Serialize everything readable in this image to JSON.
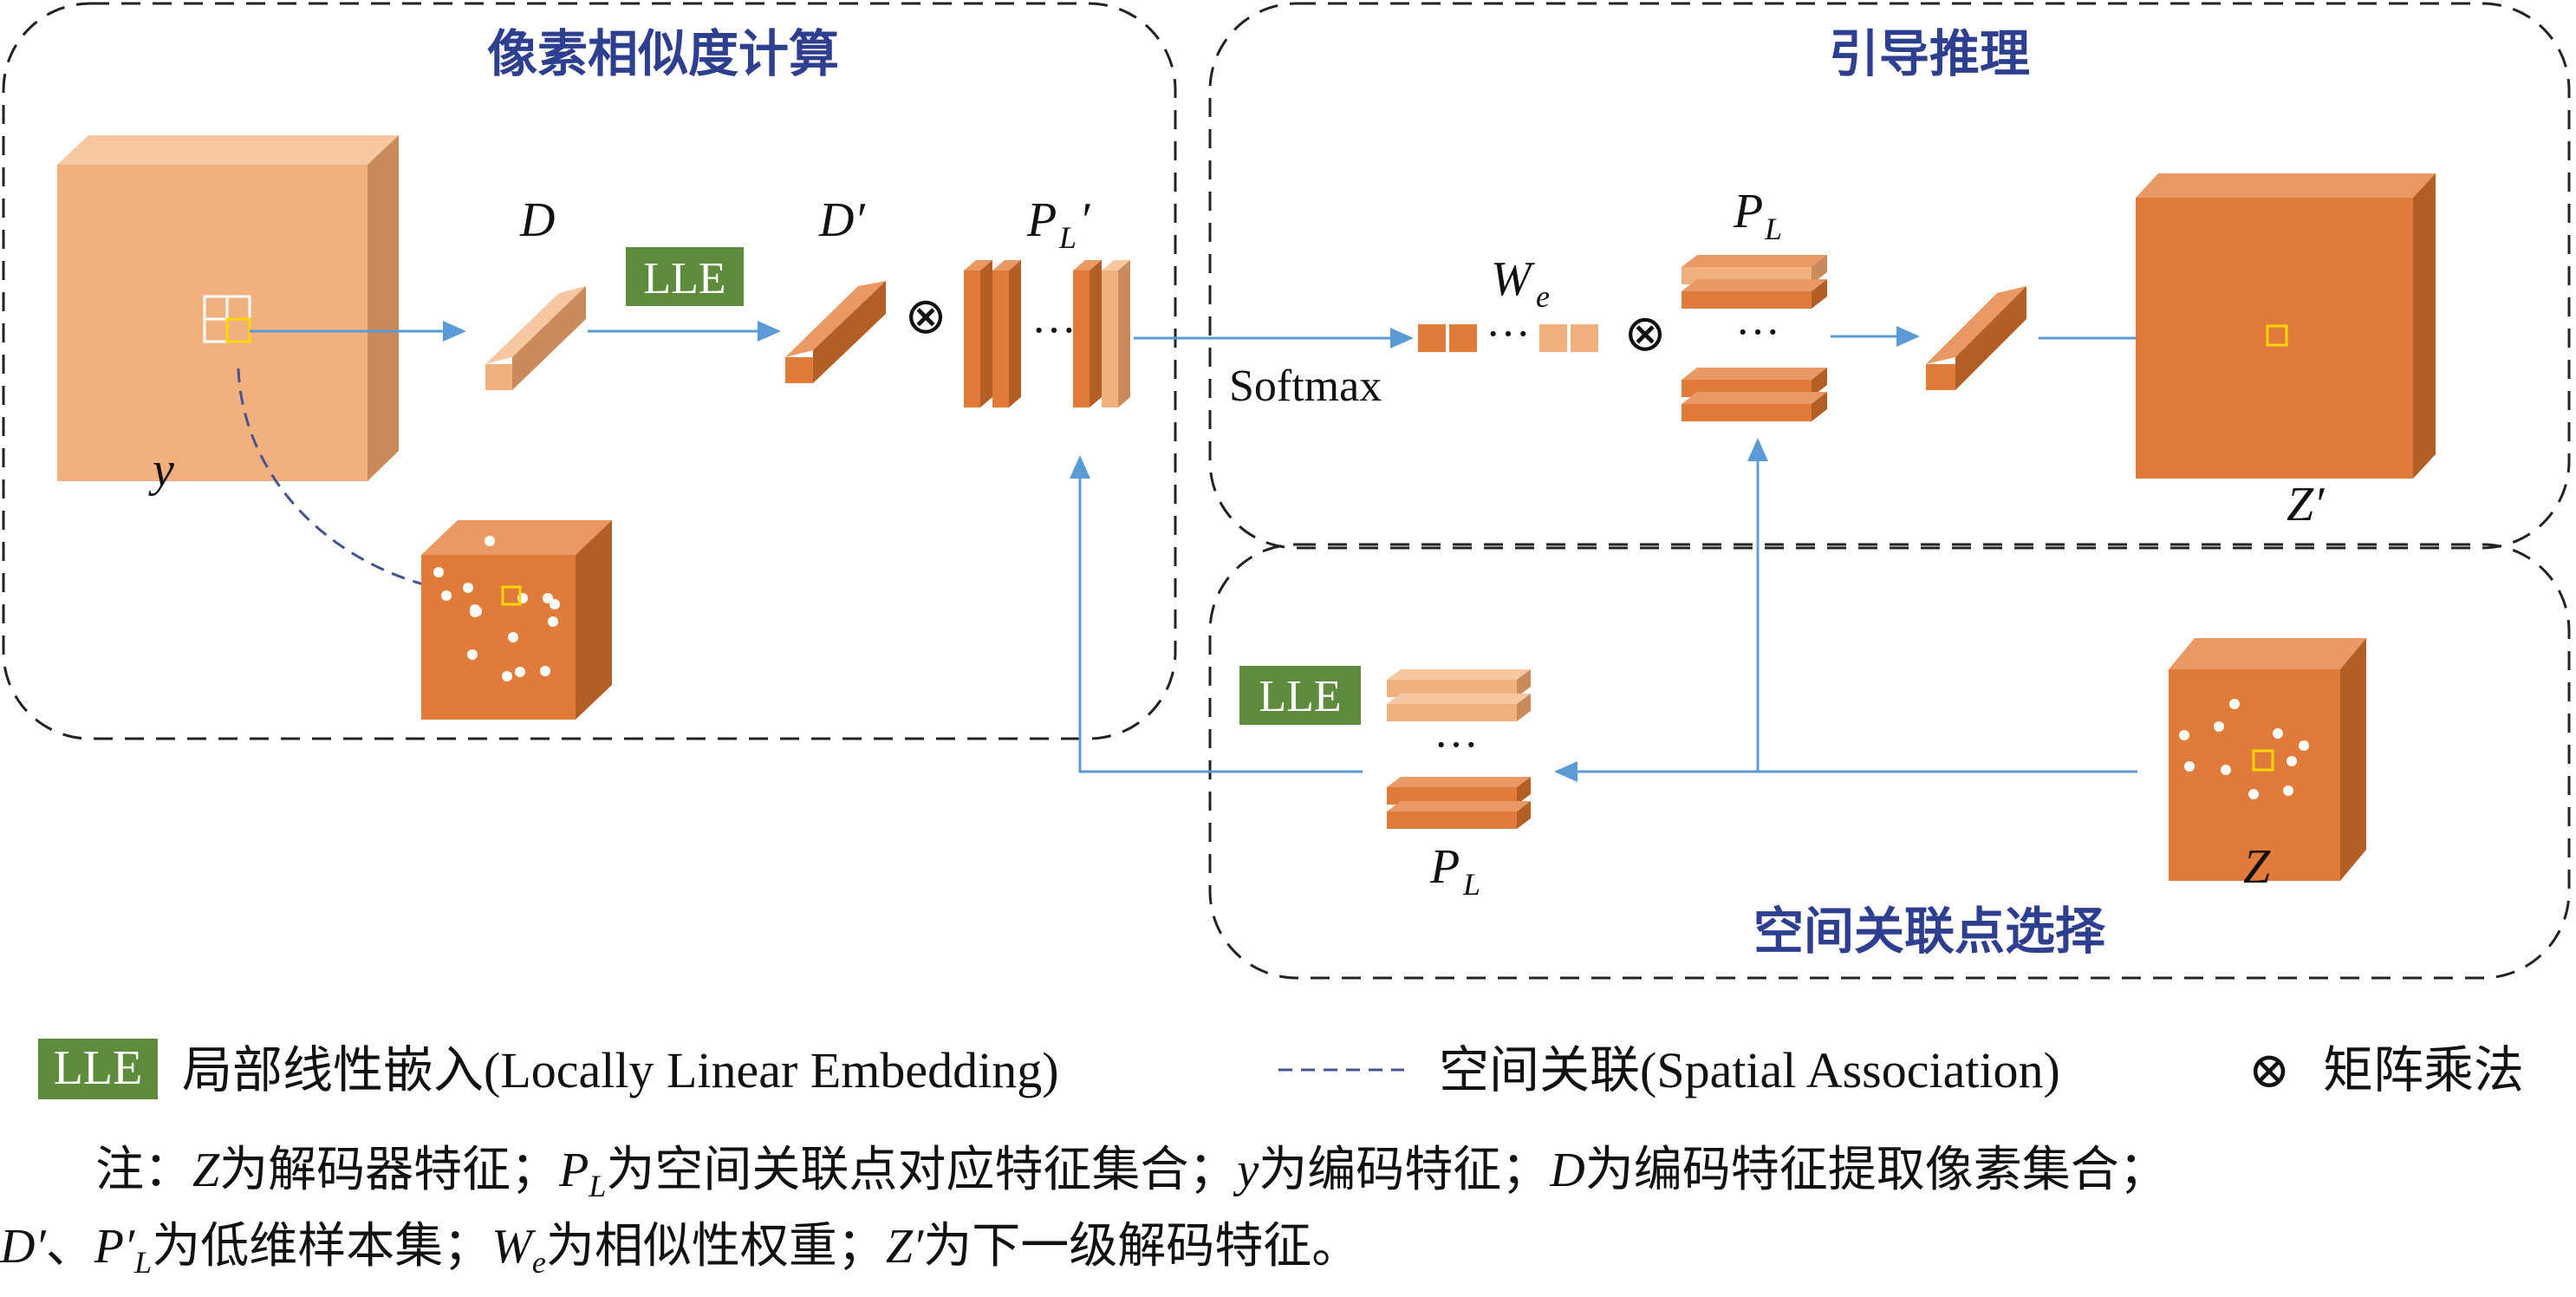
{
  "sections": {
    "pixel_similarity": "像素相似度计算",
    "guided_inference": "引导推理",
    "spatial_selection": "空间关联点选择"
  },
  "labels": {
    "y": "y",
    "D": "D",
    "D_prime": "D′",
    "P": "P",
    "L": "L",
    "prime": "′",
    "W": "W",
    "e": "e",
    "Z_prime": "Z′",
    "Z": "Z",
    "softmax": "Softmax",
    "lle": "LLE",
    "dots": "···",
    "otimes": "⊗"
  },
  "legend": {
    "lle_badge": "LLE",
    "lle_desc": "局部线性嵌入(Locally Linear Embedding)",
    "assoc_desc": "空间关联(Spatial Association)",
    "otimes": "⊗",
    "matmul_desc": "矩阵乘法"
  },
  "note": {
    "prefix": "注：",
    "Z": "Z",
    "t1": "为解码器特征；",
    "P": "P",
    "L": "L",
    "t2": "为空间关联点对应特征集合；",
    "y": "y",
    "t3": "为编码特征；",
    "D": "D",
    "t4": "为编码特征提取像素集合；",
    "D2": "D′",
    "t5": "、",
    "P2": "P′",
    "L2": "L",
    "t6": "为低维样本集；",
    "W": "W",
    "e": "e",
    "t7": "为相似性权重；",
    "Z2": "Z′",
    "t8": "为下一级解码特征。"
  },
  "colors": {
    "light_orange": "#f2b07e",
    "light_orange_side": "#c98a5c",
    "light_orange_top": "#f6c8a2",
    "dark_orange": "#e07b39",
    "dark_orange_side": "#b35e25",
    "dark_orange_top": "#e99a64",
    "arrow_blue": "#5b9bd5",
    "dash_blue": "#44548f",
    "lle_green": "#5e8c3c",
    "title_blue": "#2f3f8f",
    "highlight_yellow": "#ffd700"
  }
}
